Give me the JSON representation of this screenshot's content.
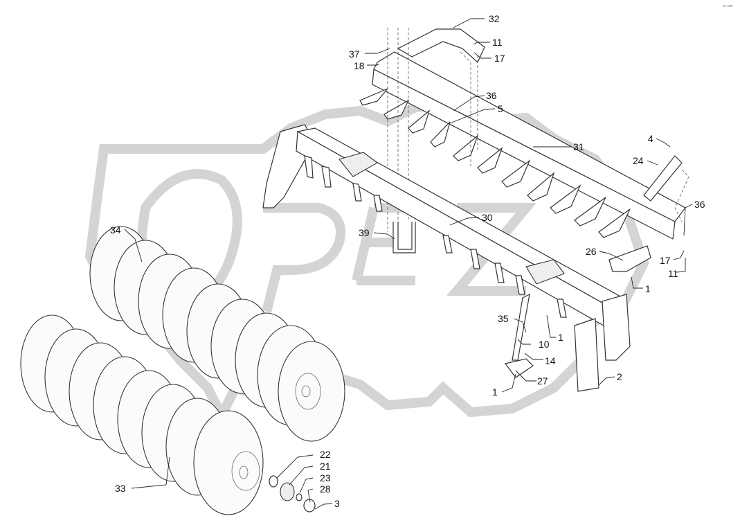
{
  "corner_mark": "ʀᵉ ɪɴɴ",
  "parts": [
    {
      "id": "p32",
      "text": "32"
    },
    {
      "id": "p11a",
      "text": "11"
    },
    {
      "id": "p37",
      "text": "37"
    },
    {
      "id": "p17a",
      "text": "17"
    },
    {
      "id": "p18",
      "text": "18"
    },
    {
      "id": "p36a",
      "text": "36"
    },
    {
      "id": "p5",
      "text": "5"
    },
    {
      "id": "p31",
      "text": "31"
    },
    {
      "id": "p4",
      "text": "4"
    },
    {
      "id": "p24",
      "text": "24"
    },
    {
      "id": "p36b",
      "text": "36"
    },
    {
      "id": "p34",
      "text": "34"
    },
    {
      "id": "p30",
      "text": "30"
    },
    {
      "id": "p39",
      "text": "39"
    },
    {
      "id": "p26",
      "text": "26"
    },
    {
      "id": "p17b",
      "text": "17"
    },
    {
      "id": "p11b",
      "text": "11"
    },
    {
      "id": "p1a",
      "text": "1"
    },
    {
      "id": "p35",
      "text": "35"
    },
    {
      "id": "p1b",
      "text": "1"
    },
    {
      "id": "p10",
      "text": "10"
    },
    {
      "id": "p14",
      "text": "14"
    },
    {
      "id": "p2",
      "text": "2"
    },
    {
      "id": "p27",
      "text": "27"
    },
    {
      "id": "p1c",
      "text": "1"
    },
    {
      "id": "p22",
      "text": "22"
    },
    {
      "id": "p21",
      "text": "21"
    },
    {
      "id": "p23",
      "text": "23"
    },
    {
      "id": "p33",
      "text": "33"
    },
    {
      "id": "p28",
      "text": "28"
    },
    {
      "id": "p3",
      "text": "3"
    }
  ]
}
